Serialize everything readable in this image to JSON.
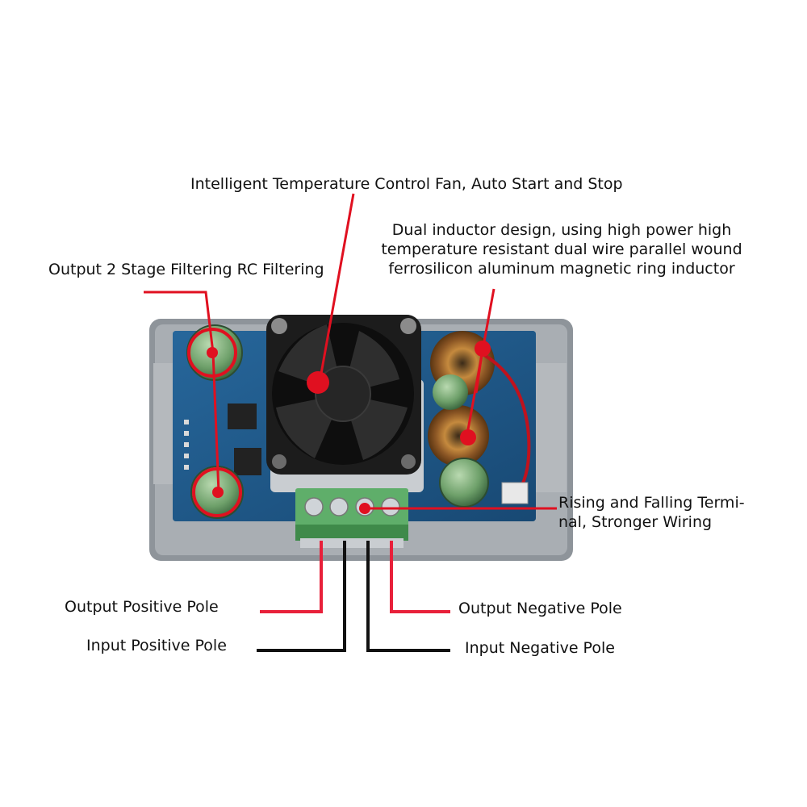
{
  "labels": {
    "fan": "Intelligent Temperature Control Fan, Auto Start and Stop",
    "inductor_line1": "Dual inductor design, using high power high",
    "inductor_line2": "temperature resistant dual wire parallel wound",
    "inductor_line3": "ferrosilicon aluminum magnetic ring inductor",
    "rc_filter": "Output 2 Stage Filtering RC Filtering",
    "terminal_line1": "Rising and Falling Termi-",
    "terminal_line2": "nal, Stronger Wiring",
    "output_positive": "Output Positive Pole",
    "input_positive": "Input Positive Pole",
    "output_negative": "Output Negative Pole",
    "input_negative": "Input Negative Pole"
  },
  "colors": {
    "callout_red": "#e01020",
    "wire_red": "#e8203a",
    "wire_black": "#111111",
    "board_blue": "#1f5a8c",
    "casing_gray": "#9aa0a6",
    "terminal_green": "#5fae6a"
  }
}
